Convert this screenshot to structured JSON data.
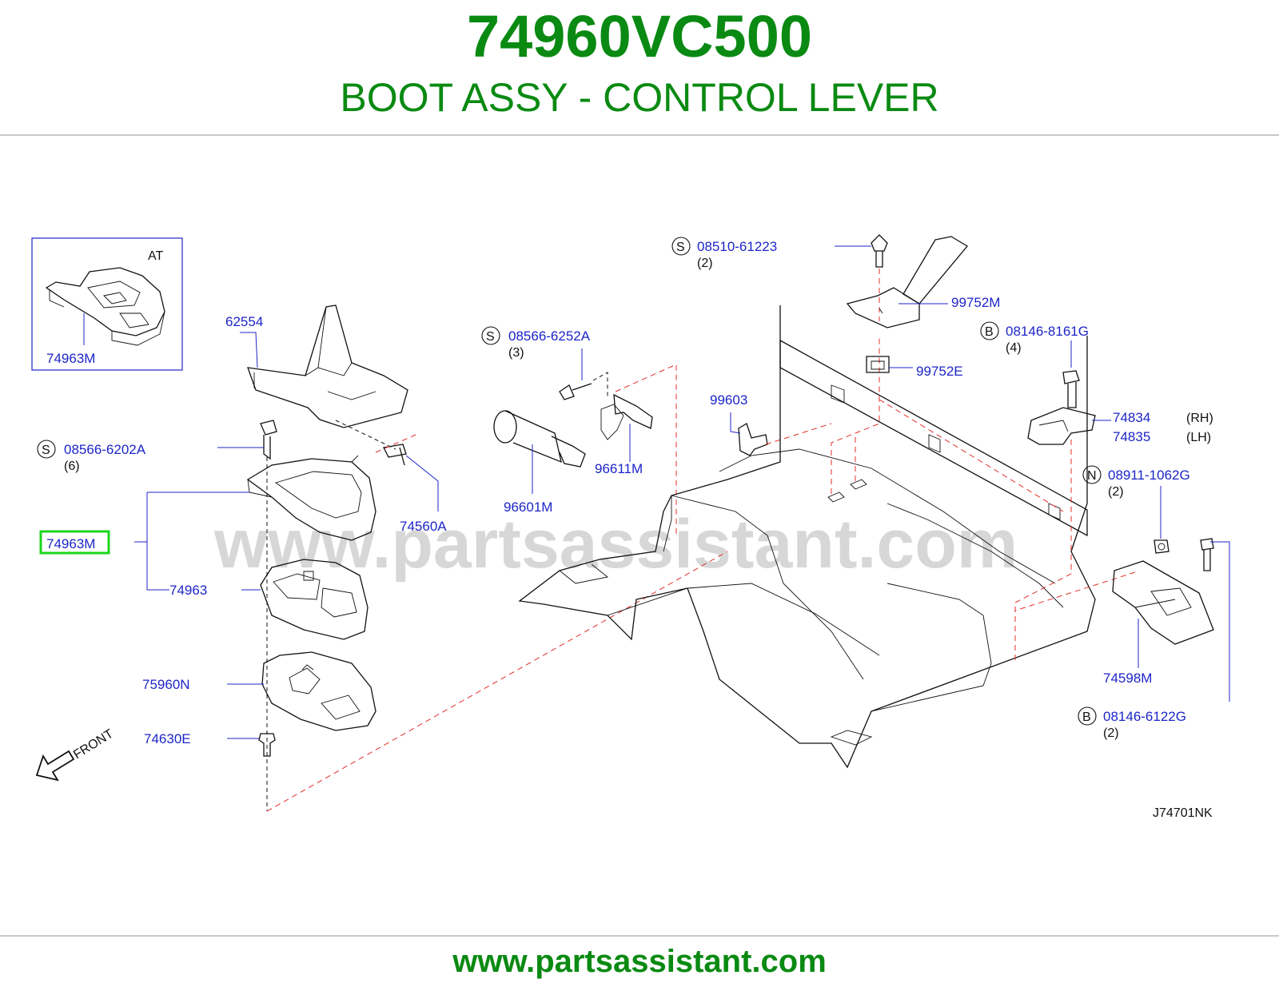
{
  "header": {
    "part_number": "74960VC500",
    "part_name": "BOOT ASSY - CONTROL LEVER"
  },
  "footer": {
    "url": "www.partsassistant.com"
  },
  "diagram": {
    "watermark": "www.partsassistant.com",
    "inset_variant": "AT",
    "drawing_code": "J74701NK",
    "front_label": "FRONT",
    "highlighted_part": "74963M",
    "parts": {
      "inset_74963M": "74963M",
      "p62554": "62554",
      "p08566_6202A": "08566-6202A",
      "p08566_6202A_mark": "S",
      "p08566_6202A_qty": "(6)",
      "p74963M": "74963M",
      "p74963": "74963",
      "p74560A": "74560A",
      "p75960N": "75960N",
      "p74630E": "74630E",
      "p08566_6252A": "08566-6252A",
      "p08566_6252A_mark": "S",
      "p08566_6252A_qty": "(3)",
      "p96601M": "96601M",
      "p96611M": "96611M",
      "p99603": "99603",
      "p08510_61223": "08510-61223",
      "p08510_61223_mark": "S",
      "p08510_61223_qty": "(2)",
      "p99752M": "99752M",
      "p99752E": "99752E",
      "p08146_8161G": "08146-8161G",
      "p08146_8161G_mark": "B",
      "p08146_8161G_qty": "(4)",
      "p74834": "74834",
      "p74834_side": "(RH)",
      "p74835": "74835",
      "p74835_side": "(LH)",
      "p08911_1062G": "08911-1062G",
      "p08911_1062G_mark": "N",
      "p08911_1062G_qty": "(2)",
      "p74598M": "74598M",
      "p08146_6122G": "08146-6122G",
      "p08146_6122G_mark": "B",
      "p08146_6122G_qty": "(2)"
    },
    "colors": {
      "brand_green": "#0a8a12",
      "label_blue": "#1c25c8",
      "highlight_green": "#1bd61b",
      "leader_red": "#e0302a"
    }
  }
}
